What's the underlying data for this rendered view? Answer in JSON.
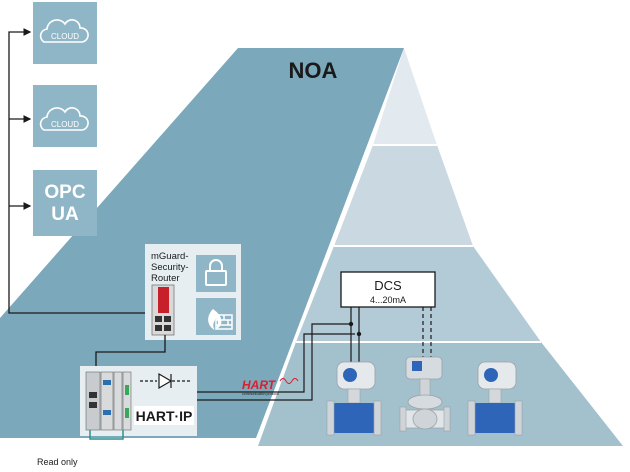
{
  "title": "NOA",
  "cloud_boxes": [
    {
      "label": "CLOUD"
    },
    {
      "label": "CLOUD"
    }
  ],
  "opc_box": {
    "line1": "OPC",
    "line2": "UA"
  },
  "router": {
    "label_lines": [
      "mGuard-",
      "Security-",
      "Router"
    ]
  },
  "dcs": {
    "title": "DCS",
    "signal": "4...20mA"
  },
  "protocols": {
    "hart": "HART",
    "hart_tagline": "communication protocol",
    "hart_ip": "HART·IP"
  },
  "status_text": "Read only",
  "colors": {
    "noa_panel": "#7ba8ba",
    "pyramid_level_top": "#e2eaef",
    "pyramid_level_2": "#c9d8e1",
    "pyramid_level_3": "#b3cbd6",
    "pyramid_level_bottom": "#a3c0cd",
    "tile": "#8fb6c6",
    "hart_red": "#d9202c",
    "instrument_blue": "#2f65b8"
  },
  "icons": [
    "cloud-icon",
    "lock-icon",
    "firewall-icon",
    "diode-icon",
    "flowmeter-icon",
    "control-valve-icon"
  ]
}
